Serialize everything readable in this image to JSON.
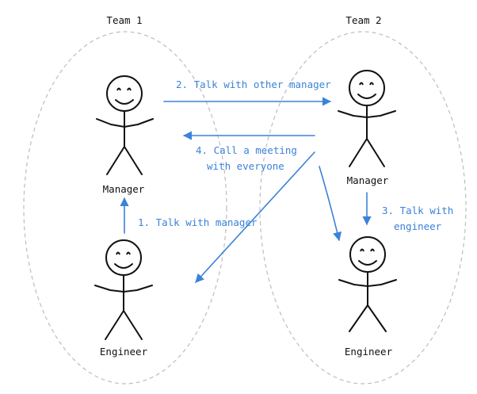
{
  "teams": [
    {
      "label": "Team 1"
    },
    {
      "label": "Team 2"
    }
  ],
  "people": {
    "team1_manager": "Manager",
    "team1_engineer": "Engineer",
    "team2_manager": "Manager",
    "team2_engineer": "Engineer"
  },
  "arrows": {
    "talk_with_manager": "1. Talk with manager",
    "talk_with_other_manager": "2. Talk with other manager",
    "talk_with_engineer": [
      "3. Talk with",
      "engineer"
    ],
    "call_meeting": [
      "4. Call a meeting",
      "with everyone"
    ]
  },
  "colors": {
    "arrow": "#3b82d9",
    "ellipse": "#bdbdbd",
    "figure": "#111111"
  }
}
